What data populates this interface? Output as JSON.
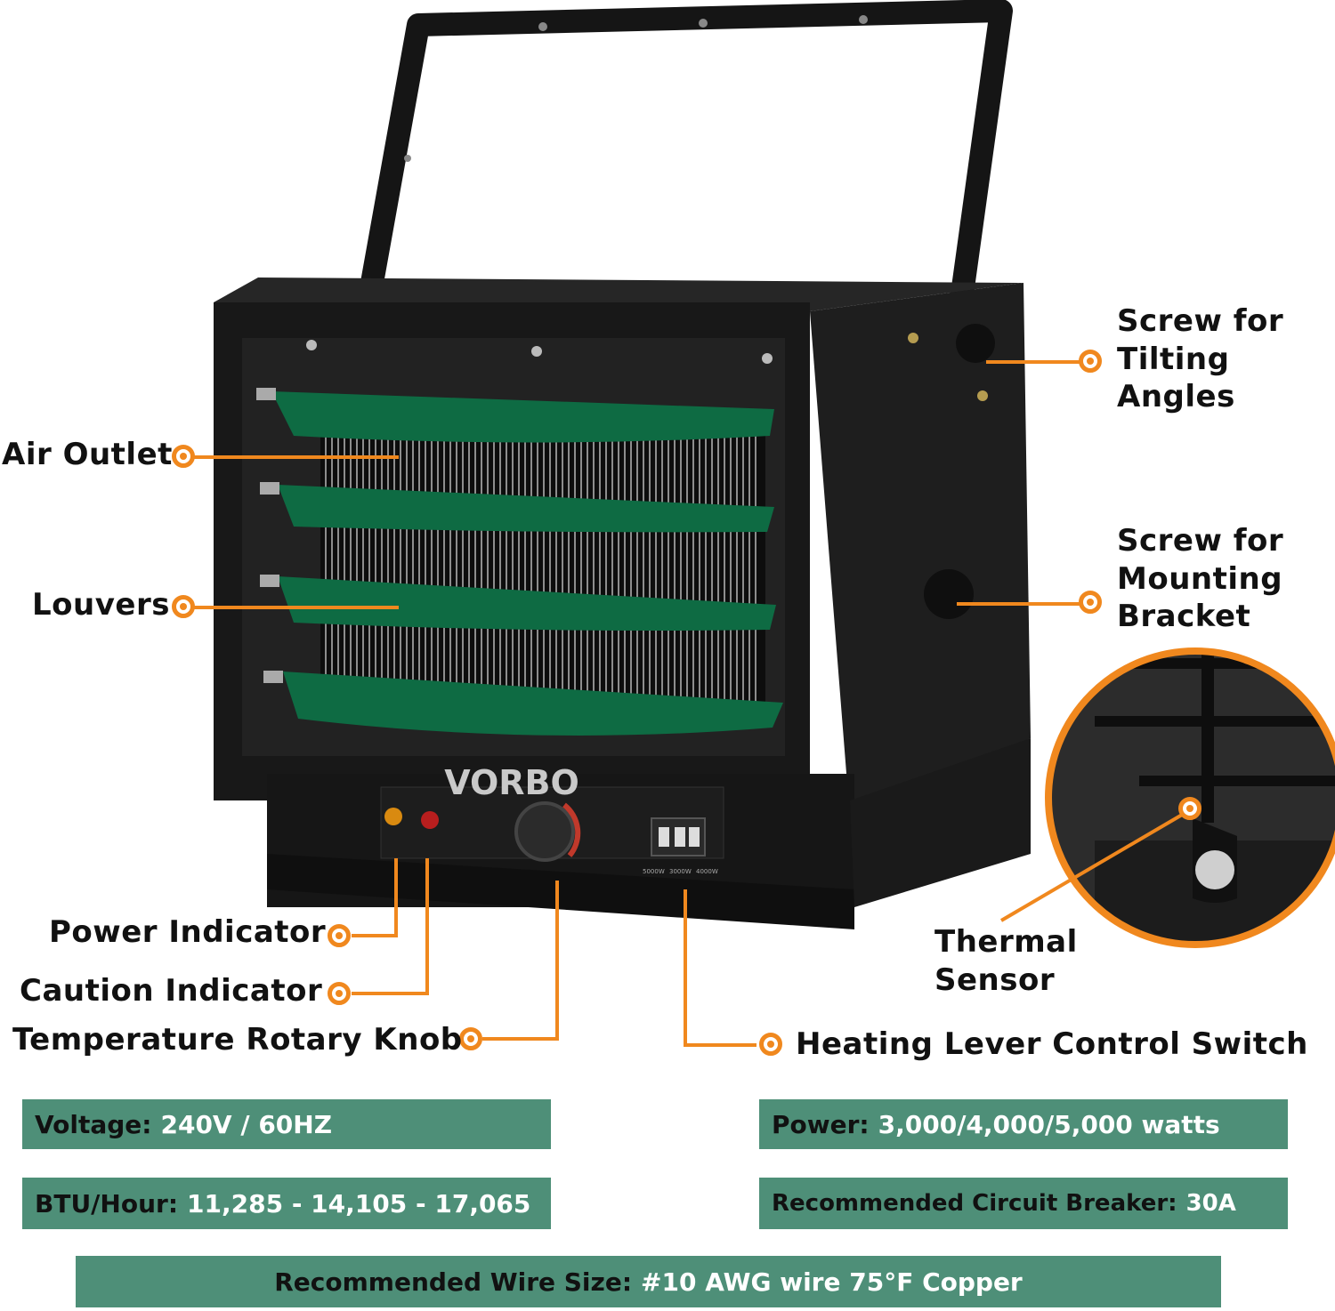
{
  "product": {
    "brand": "VORBO",
    "switch_labels": [
      "5000W",
      "3000W",
      "4000W"
    ]
  },
  "callouts": {
    "air_outlet": "Air Outlet",
    "louvers": "Louvers",
    "power_indicator": "Power Indicator",
    "caution_indicator": "Caution Indicator",
    "temperature_knob": "Temperature Rotary Knob",
    "heating_switch": "Heating Lever Control Switch",
    "screw_tilting": [
      "Screw for",
      "Tilting",
      "Angles"
    ],
    "screw_mounting": [
      "Screw for",
      "Mounting",
      "Bracket"
    ],
    "thermal_sensor": [
      "Thermal",
      "Sensor"
    ]
  },
  "specs": {
    "voltage_label": "Voltage:",
    "voltage_value": "240V / 60HZ",
    "power_label": "Power:",
    "power_value": "3,000/4,000/5,000 watts",
    "btu_label": "BTU/Hour:",
    "btu_value": "11,285 - 14,105 - 17,065",
    "breaker_label": "Recommended Circuit Breaker:",
    "breaker_value": "30A",
    "wire_label": "Recommended Wire Size:",
    "wire_value": "#10 AWG wire 75°F Copper"
  },
  "colors": {
    "accent_orange": "#f0881e",
    "spec_green": "#4e8f78",
    "louver_green": "#0e6b43",
    "body_black": "#1b1b1b"
  }
}
